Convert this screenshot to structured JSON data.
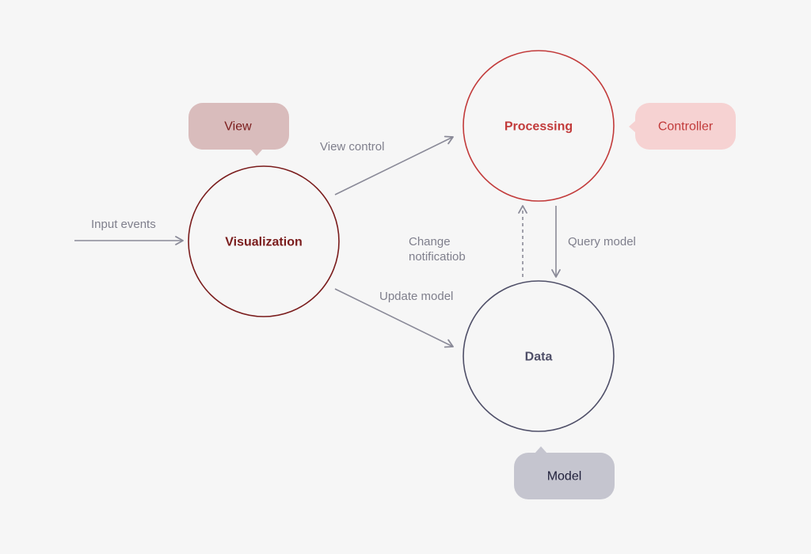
{
  "nodes": {
    "visualization": {
      "label": "Visualization",
      "color": "#7a1c1c"
    },
    "processing": {
      "label": "Processing",
      "color": "#c23b3b"
    },
    "data": {
      "label": "Data",
      "color": "#4f4f68"
    }
  },
  "bubbles": {
    "view": {
      "label": "View",
      "fill": "#d9bcbc",
      "text_color": "#7a1c1c"
    },
    "controller": {
      "label": "Controller",
      "fill": "#f6d2d2",
      "text_color": "#c23b3b"
    },
    "model": {
      "label": "Model",
      "fill": "#c5c5cf",
      "text_color": "#1f1f3a"
    }
  },
  "edges": {
    "input_events": "Input events",
    "view_control": "View control",
    "update_model": "Update model",
    "change_notification": [
      "Change",
      "notificatiob"
    ],
    "query_model": "Query model"
  },
  "colors": {
    "arrow": "#8a8a98",
    "background": "#f6f6f6"
  }
}
